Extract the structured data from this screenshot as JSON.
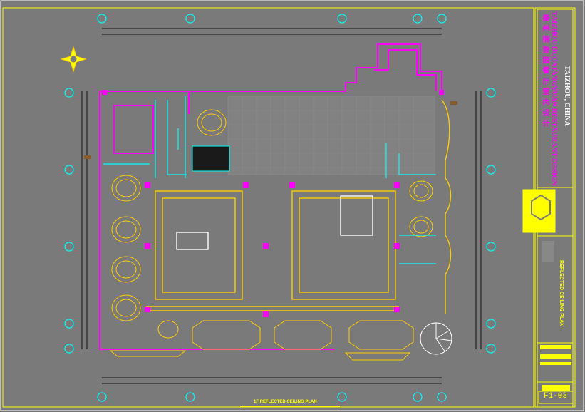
{
  "drawing": {
    "plan_title": "1F REFLECTED CEILING PLAN",
    "sheet_number": "F1-03"
  },
  "title_block": {
    "project_name_cn": "泰 州 揣 香 园 餐 厅 室 内 设 计",
    "project_name_en": "TAIZHOU DUOXIANGYUAN RESTAURANT DESIGN",
    "location": "TAIZHOU, CHINA",
    "drawing_name": "REFLECTED CEILING PLAN"
  },
  "colors": {
    "background": "#7a7a7a",
    "frame": "#ffff00",
    "cyan": "#00ffff",
    "magenta": "#ff00ff",
    "yellow": "#ffcc00",
    "white": "#ffffff",
    "green": "#00ff66",
    "dim_line": "#000000"
  },
  "icons": {
    "north_arrow": "compass-icon",
    "logo": "hexagon-logo-icon"
  }
}
